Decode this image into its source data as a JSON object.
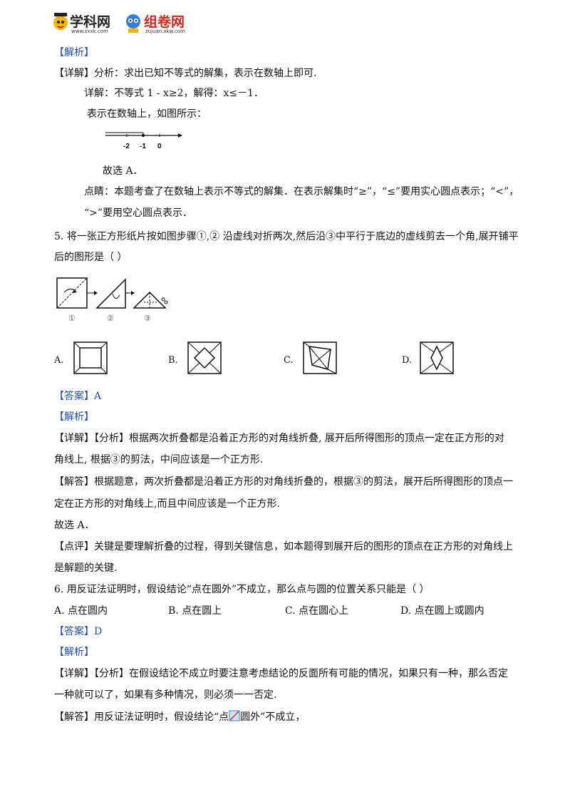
{
  "header": {
    "logo1_text": "学科网",
    "logo1_sub": "www.zxxk.com",
    "logo2_text": "组卷网",
    "logo2_sub": "zujuan.xkw.com"
  },
  "q4": {
    "jiexi": "【解析】",
    "detail": "【详解】分析：求出已知不等式的解集，表示在数轴上即可.",
    "solve": "详解：不等式 1 - x≥2，解得：x≤－1．",
    "show": "表示在数轴上，如图所示：",
    "axis_labels": [
      "-2",
      "-1",
      "0"
    ],
    "choose": "故选 A．",
    "comment1": "点睛：本题考查了在数轴上表示不等式的解集．在表示解集时“≥”，“≤”要用实心圆点表示；“<”，",
    "comment2": "“>”要用空心圆点表示．"
  },
  "q5": {
    "stem1": "5. 将一张正方形纸片按如图步骤①,② 沿虚线对折两次,然后沿③中平行于底边的虚线剪去一个角,展开铺平",
    "stem2": "后的图形是（    ）",
    "steps": [
      "①",
      "②",
      "③"
    ],
    "options": [
      "A.",
      "B.",
      "C.",
      "D."
    ],
    "answer": "【答案】A",
    "jiexi": "【解析】",
    "detail1": "【详解】【分析】根据两次折叠都是沿着正方形的对角线折叠, 展开后所得图形的顶点一定在正方形的对",
    "detail2": "角线上, 根据③的剪法，中间应该是一个正方形.",
    "ans1": "【解答】根据题意，两次折叠都是沿着正方形的对角线折叠的，根据③的剪法，展开后所得图形的顶点一",
    "ans2": "定在正方形的对角线上,而且中间应该是一个正方形.",
    "choose": "故选 A．",
    "comment1": "【点评】关键是要理解折叠的过程，得到关键信息，如本题得到展开后的图形的顶点在正方形的对角线上",
    "comment2": "是解题的关键."
  },
  "q6": {
    "stem": "6. 用反证法证明时，假设结论“点在圆外”不成立，那么点与圆的位置关系只能是（    ）",
    "options": [
      "A.  点在圆内",
      "B.  点在圆上",
      "C.  点在圆心上",
      "D.  点在圆上或圆内"
    ],
    "answer": "【答案】D",
    "jiexi": "【解析】",
    "detail1": "【详解】【分析】在假设结论不成立时要注意考虑结论的反面所有可能的情况，如果只有一种，那么否定",
    "detail2": "一种就可以了，如果有多种情况，则必须一一否定.",
    "ans_prefix": "【解答】用反证法证明时，假设结论“点",
    "ans_suffix": "圆外”不成立，"
  },
  "colors": {
    "accent_blue": "#1f4fa8",
    "logo_red": "#d6261d"
  }
}
